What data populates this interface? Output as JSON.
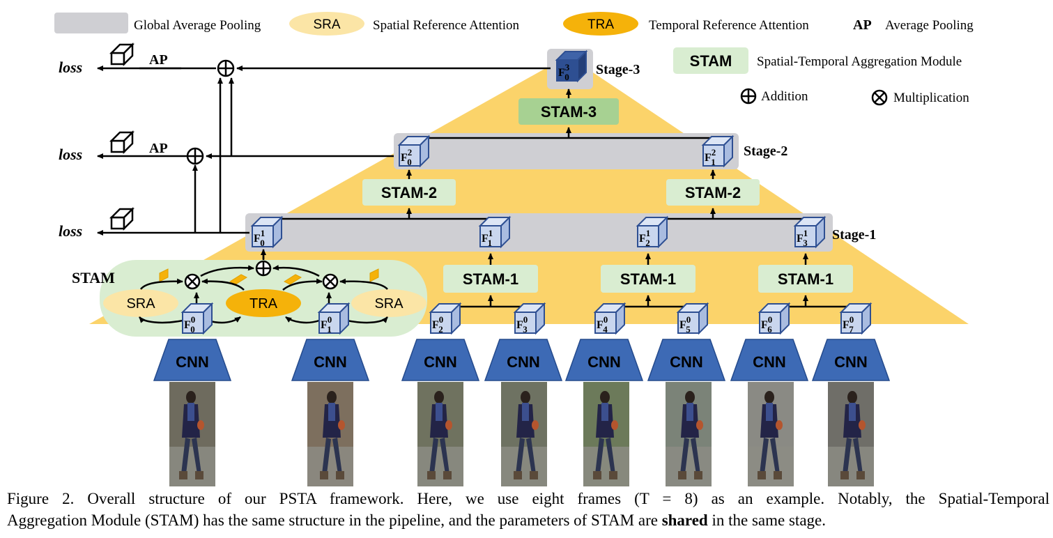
{
  "legend": {
    "gap": "Global Average Pooling",
    "sra_short": "SRA",
    "sra": "Spatial Reference Attention",
    "tra_short": "TRA",
    "tra": "Temporal Reference Attention",
    "ap_short": "AP",
    "ap": "Average Pooling",
    "stam_short": "STAM",
    "stam": "Spatial-Temporal Aggregation Module",
    "addition": "Addition",
    "multiplication": "Multiplication"
  },
  "colors": {
    "pyramid": "#FBD36A",
    "gap_bar": "#CFCFD3",
    "sra": "#FBE5A6",
    "tra": "#F5B20A",
    "stam_box": "#D9EDD1",
    "stam3_box": "#A7D192",
    "cube_light": "#C9D6EE",
    "cube_dark": "#2E4F92",
    "cnn": "#3D6AB5"
  },
  "left": {
    "loss": [
      "loss",
      "loss",
      "loss"
    ],
    "ap": [
      "AP",
      "AP"
    ]
  },
  "stages": {
    "stage3": "Stage-3",
    "stage2": "Stage-2",
    "stage1": "Stage-1"
  },
  "stam_modules": {
    "stam3": "STAM-3",
    "stam2": [
      "STAM-2",
      "STAM-2"
    ],
    "stam1": [
      "STAM-1",
      "STAM-1",
      "STAM-1"
    ]
  },
  "detail": {
    "title": "STAM",
    "sra": [
      "SRA",
      "SRA"
    ],
    "tra": "TRA"
  },
  "features": {
    "stage3": [
      {
        "s": "3",
        "i": "0"
      }
    ],
    "stage2": [
      {
        "s": "2",
        "i": "0"
      },
      {
        "s": "2",
        "i": "1"
      }
    ],
    "stage1": [
      {
        "s": "1",
        "i": "0"
      },
      {
        "s": "1",
        "i": "1"
      },
      {
        "s": "1",
        "i": "2"
      },
      {
        "s": "1",
        "i": "3"
      }
    ],
    "stage0": [
      {
        "s": "0",
        "i": "0"
      },
      {
        "s": "0",
        "i": "1"
      },
      {
        "s": "0",
        "i": "2"
      },
      {
        "s": "0",
        "i": "3"
      },
      {
        "s": "0",
        "i": "4"
      },
      {
        "s": "0",
        "i": "5"
      },
      {
        "s": "0",
        "i": "6"
      },
      {
        "s": "0",
        "i": "7"
      }
    ]
  },
  "cnn_label": "CNN",
  "caption": {
    "line1": "Figure 2. Overall structure of our PSTA framework.  Here, we use eight frames (T = 8) as an example.  Notably, the Spatial-Temporal",
    "line2_before": "Aggregation Module (STAM) has the same structure in the pipeline, and the parameters of STAM are ",
    "line2_bold": "shared",
    "line2_after": " in the same stage."
  }
}
